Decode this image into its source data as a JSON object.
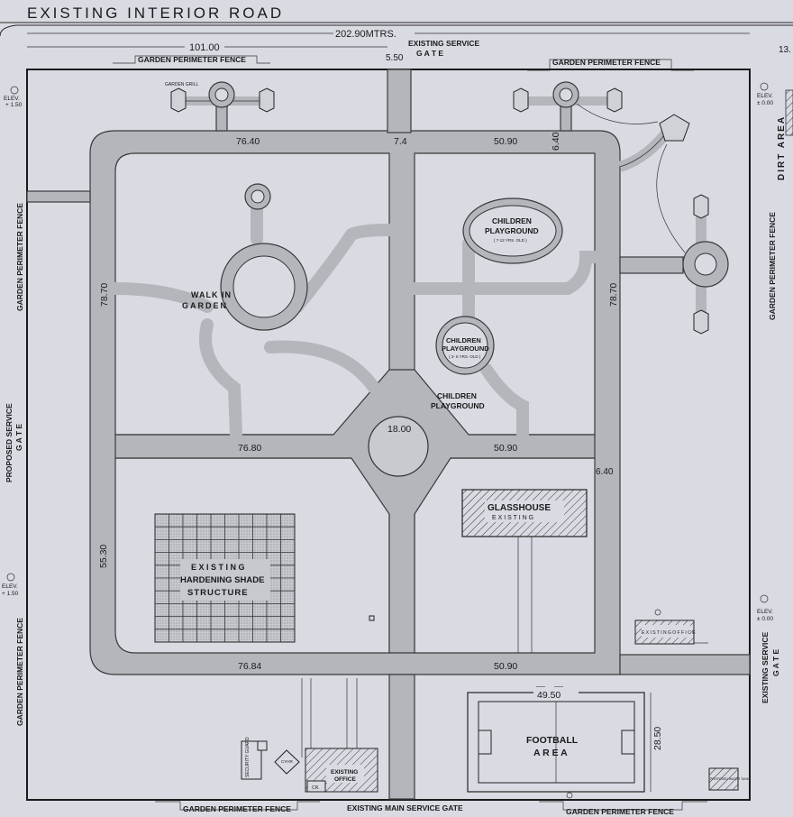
{
  "header": {
    "road_title": "EXISTING   INTERIOR ROAD"
  },
  "dims": {
    "total_width": "202.90MTRS.",
    "left_width": "101.00",
    "service_gate_width": "5.50",
    "right_edge": "13.",
    "top_left": "76.40",
    "top_mid": "7.4",
    "top_right": "50.90",
    "top_vert": "6.40",
    "left_vert": "78.70",
    "right_vert": "78.70",
    "mid_left": "76.80",
    "mid_right": "50.90",
    "circle": "18.00",
    "mid_vert": "6.40",
    "lower_left_vert": "55.30",
    "bottom_left": "76.84",
    "bottom_right": "50.90",
    "football_w": "49.50",
    "football_h": "28.50"
  },
  "labels": {
    "existing_service_gate_top": "EXISTING SERVICE",
    "gate_top": "G  A  T  E",
    "garden_fence": "GARDEN PERIMETER FENCE",
    "dirt_area": "DIRT AREA",
    "proposed_service": "PROPOSED SERVICE",
    "proposed_gate": "G  A  T  E",
    "walk_in_1": "WALK IN",
    "walk_in_2": "GARDEN",
    "children_1": "CHILDREN",
    "playground": "PLAYGROUND",
    "age_1": "( 7-12 YRS. OLD )",
    "age_2": "( 3- 6 YRS. OLD )",
    "glasshouse": "GLASSHOUSE",
    "glasshouse_sub": "E X I S T I N G",
    "shade_1": "E X I S T I N G",
    "shade_2": "HARDENING SHADE",
    "shade_3": "STRUCTURE",
    "existing_office_box": "E X I S T I N G  O F F I C E",
    "existing_office_1": "EXISTING",
    "existing_office_2": "OFFICE",
    "football_1": "FOOTBALL",
    "football_2": "A R E A",
    "main_gate": "EXISTING MAIN SERVICE  GATE",
    "existing_service_right": "EXISTING SERVICE",
    "gate_right": "G  A  T  E",
    "elev": "ELEV.",
    "elev_plus": "+ 1.50",
    "elev_zero": "± 0.00",
    "garden_grill": "GARDEN GRILL",
    "cr": "CR.",
    "proposed_water_tank": "PROPOSED WATER TANK",
    "security_guard": "SECURITY GUARD",
    "cyhr": "CYHR"
  }
}
